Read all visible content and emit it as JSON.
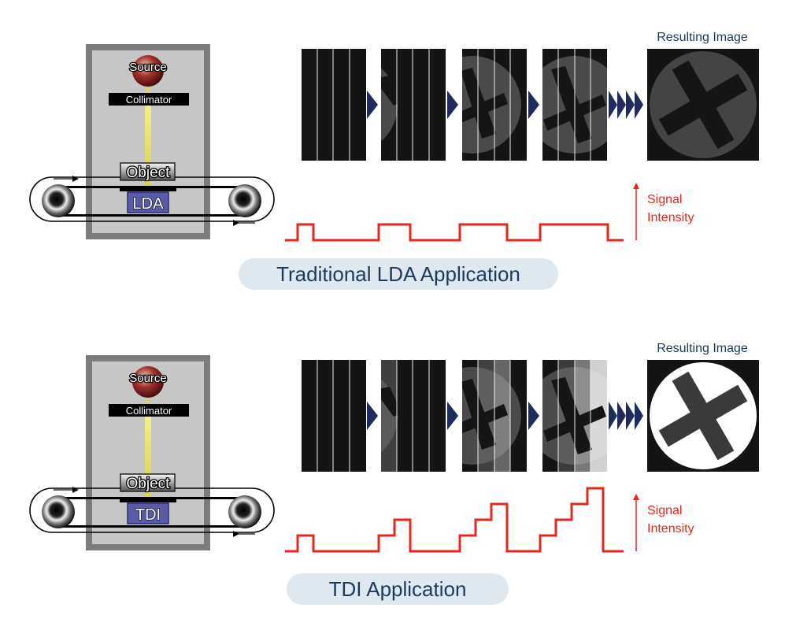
{
  "sections": [
    {
      "id": "lda",
      "title": "Traditional LDA Application",
      "source_label": "Source",
      "collimator_label": "Collimator",
      "object_label": "Object",
      "sensor_label": "LDA",
      "result_label": "Resulting Image",
      "signal_label_line1": "Signal",
      "signal_label_line2": "Intensity",
      "signal_steps": [
        [
          1
        ],
        [
          1
        ],
        [
          1
        ],
        [
          1
        ]
      ]
    },
    {
      "id": "tdi",
      "title": "TDI Application",
      "source_label": "Source",
      "collimator_label": "Collimator",
      "object_label": "Object",
      "sensor_label": "TDI",
      "result_label": "Resulting Image",
      "signal_label_line1": "Signal",
      "signal_label_line2": "Intensity",
      "signal_steps": [
        [
          1
        ],
        [
          1,
          2
        ],
        [
          1,
          2,
          3
        ],
        [
          1,
          2,
          3,
          4
        ]
      ]
    }
  ],
  "colors": {
    "accent_red": "#e8251c",
    "arrow_navy": "#1f2b5c",
    "title_navy": "#1c3a5c",
    "sensor_blue": "#5a5aa8"
  }
}
